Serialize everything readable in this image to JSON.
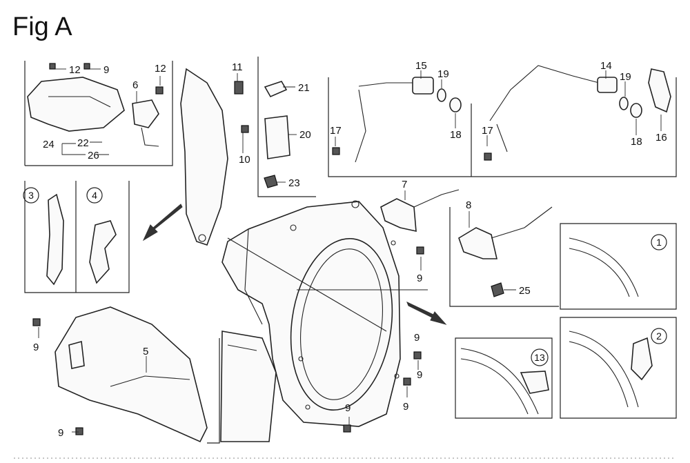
{
  "figure": {
    "title": "Fig A"
  },
  "callouts": {
    "c12a": "12",
    "c9a": "9",
    "c12b": "12",
    "c6": "6",
    "c11": "11",
    "c21": "21",
    "c24": "24",
    "c22": "22",
    "c26": "26",
    "c10": "10",
    "c20": "20",
    "c23": "23",
    "c15": "15",
    "c19a": "19",
    "c17a": "17",
    "c18a": "18",
    "c14": "14",
    "c19b": "19",
    "c17b": "17",
    "c18b": "18",
    "c16": "16",
    "c7": "7",
    "c8": "8",
    "c25": "25",
    "c9b": "9",
    "c9c": "9",
    "c9d": "9",
    "c9e": "9",
    "c9f": "9",
    "c9g": "9",
    "c9h": "9",
    "c5": "5"
  },
  "circled": {
    "k3": "3",
    "k4": "4",
    "k1": "1",
    "k2": "2",
    "k13": "13"
  }
}
